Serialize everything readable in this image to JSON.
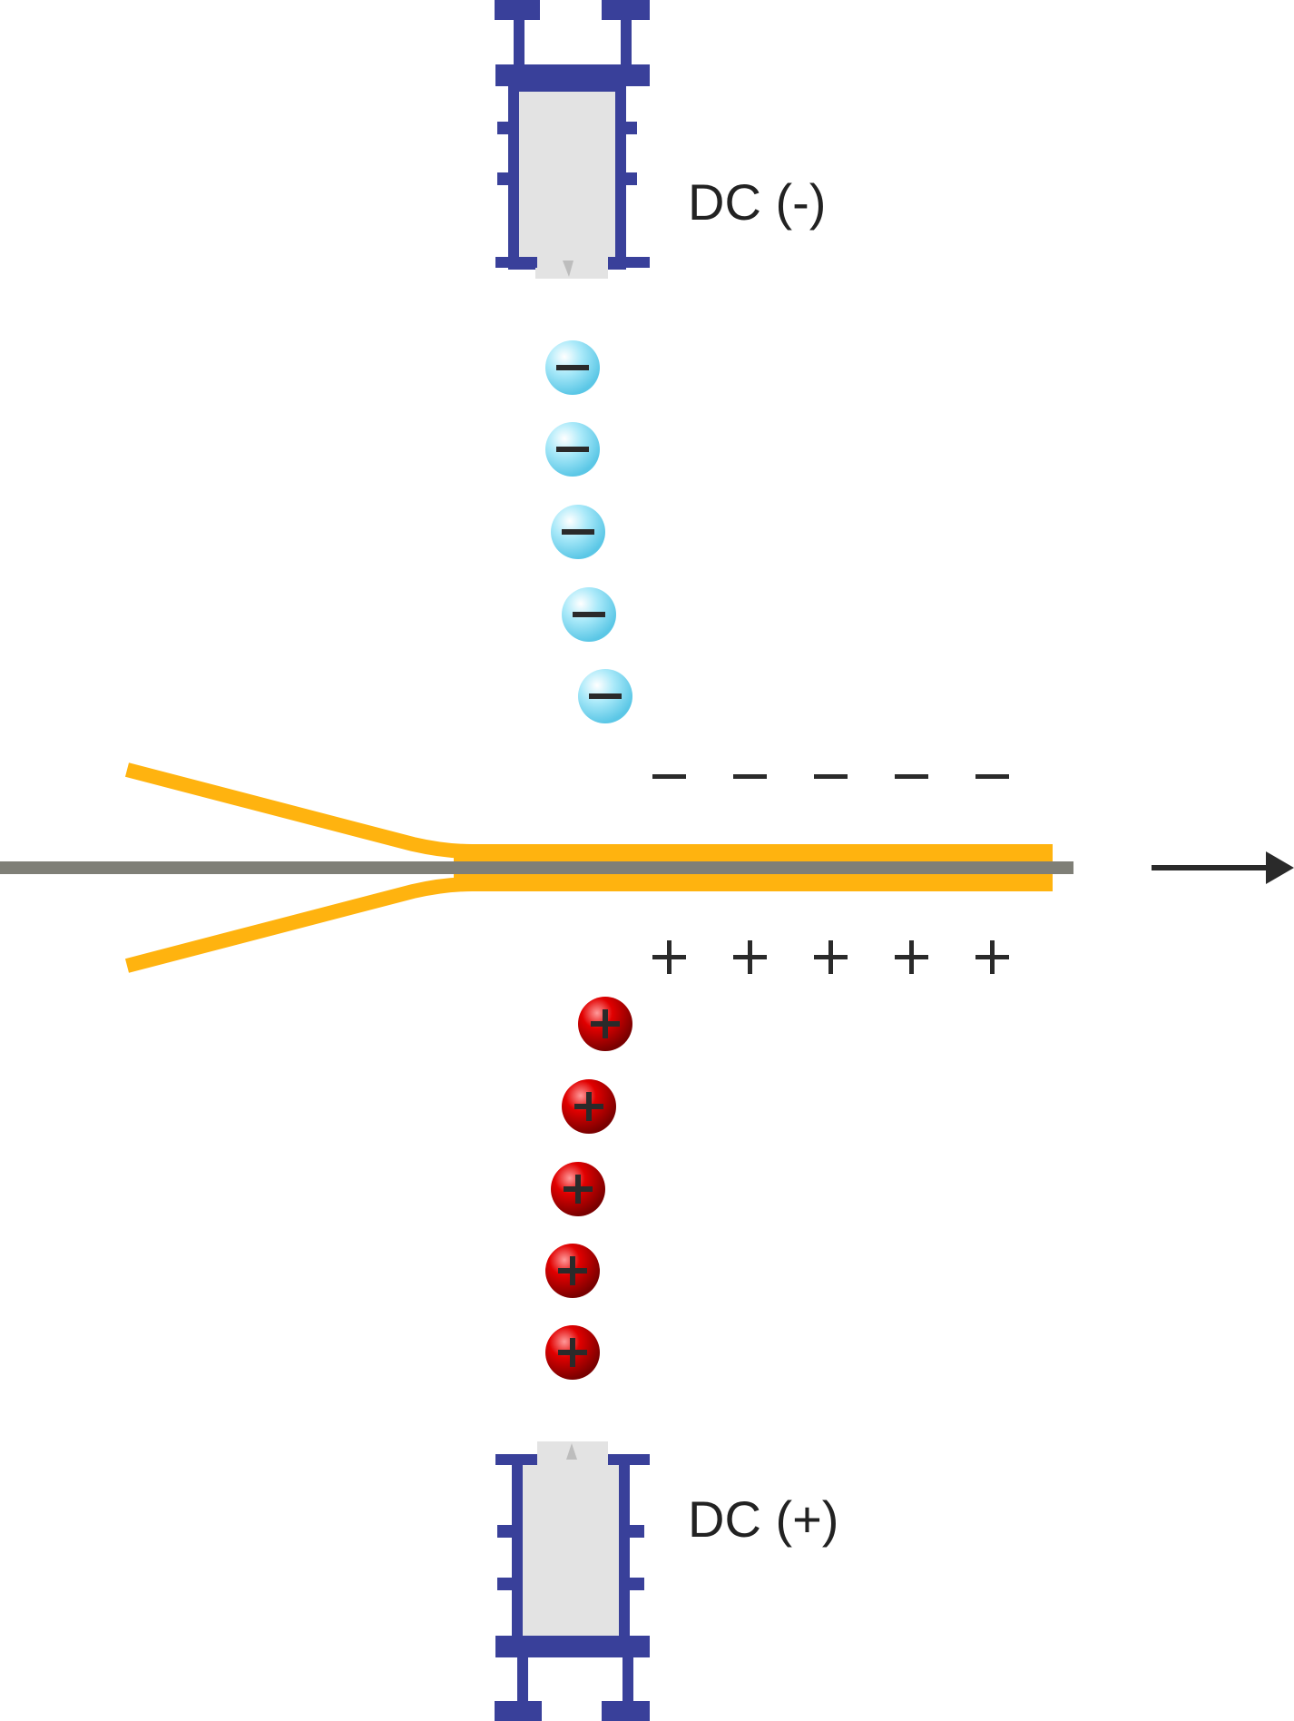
{
  "labels": {
    "top_electrode": "DC (-)",
    "bottom_electrode": "DC (+)"
  },
  "counts": {
    "negative_ions": 5,
    "positive_ions": 5,
    "negative_surface_charges": 5,
    "positive_surface_charges": 5
  },
  "colors": {
    "electrode_frame": "#39409A",
    "electrode_fill": "#E3E3E3",
    "fiber": "#FFB30F",
    "core_line": "#7F7F77",
    "negative_ion": "#8FE1F6",
    "positive_ion": "#E00000",
    "sign": "#2A2A2A"
  },
  "icons": {
    "direction_arrow": "arrow-right-icon"
  }
}
